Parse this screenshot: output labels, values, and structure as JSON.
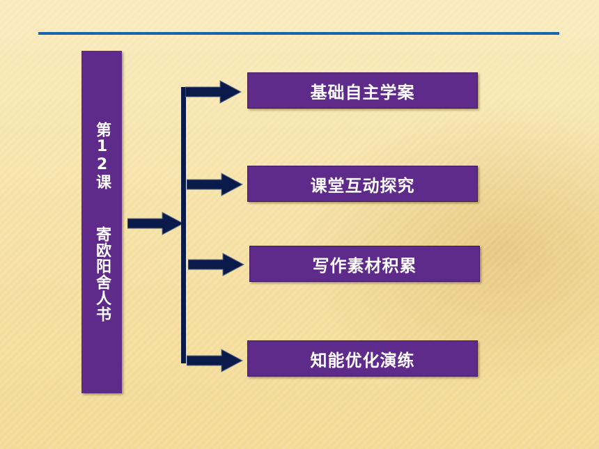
{
  "slide": {
    "title": "第12课  寄欧阳舍人书",
    "menu_items": [
      {
        "label": "基础自主学案"
      },
      {
        "label": "课堂互动探究"
      },
      {
        "label": "写作素材积累"
      },
      {
        "label": "知能优化演练"
      }
    ]
  },
  "colors": {
    "box_purple": "#5f2b8a",
    "arrow_navy": "#0a1a4a",
    "rule_blue": "#1d63ae"
  },
  "icons": [
    "right-arrow-icon"
  ]
}
